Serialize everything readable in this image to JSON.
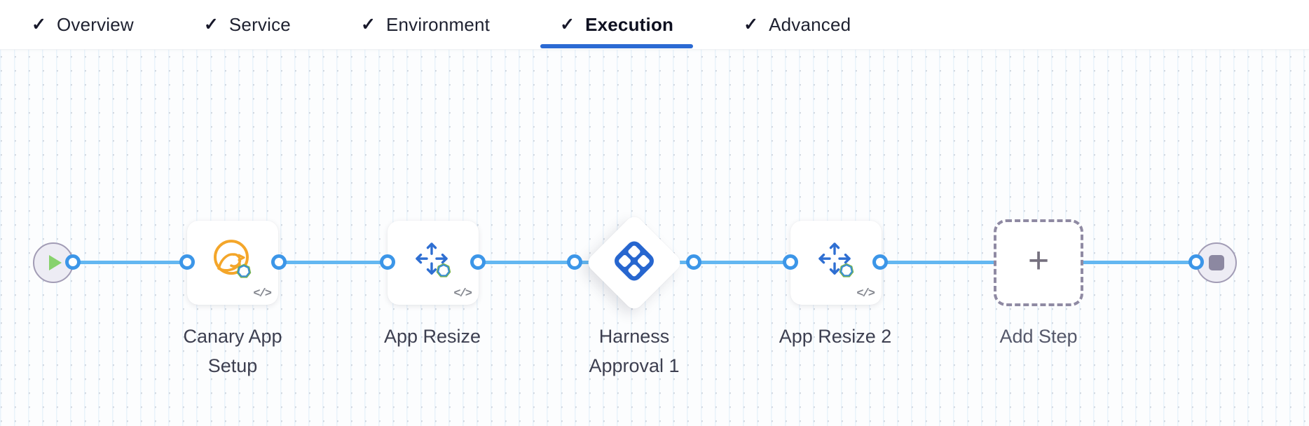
{
  "header": {
    "check_glyph": "✓",
    "tabs": [
      {
        "label": "Overview"
      },
      {
        "label": "Service"
      },
      {
        "label": "Environment"
      },
      {
        "label": "Execution"
      },
      {
        "label": "Advanced"
      }
    ],
    "active_tab": "Execution"
  },
  "pipeline": {
    "start_node": "start",
    "end_node": "stop",
    "code_glyph": "</>",
    "plus_glyph": "+",
    "steps": [
      {
        "label": "Canary App Setup",
        "icon": "canary-app-setup-icon",
        "has_code_badge": true
      },
      {
        "label": "App Resize",
        "icon": "resize-arrows-icon",
        "has_code_badge": true
      },
      {
        "label": "Harness Approval 1",
        "icon": "harness-approval-icon",
        "shape": "diamond"
      },
      {
        "label": "App Resize 2",
        "icon": "resize-arrows-icon",
        "has_code_badge": true
      },
      {
        "label": "Add Step",
        "icon": "plus-icon",
        "shape": "dashed-add"
      }
    ]
  },
  "colors": {
    "tab_underline": "#2b6ad3",
    "connector_line": "#63b7f1",
    "connector_dot": "#3c96e8",
    "harness_logo_blue": "#2766cf",
    "canary_orange": "#f4a62a",
    "resize_arrow_blue": "#2f6fd2",
    "play_green": "#87d26d",
    "stop_gray": "#8c88a1"
  }
}
